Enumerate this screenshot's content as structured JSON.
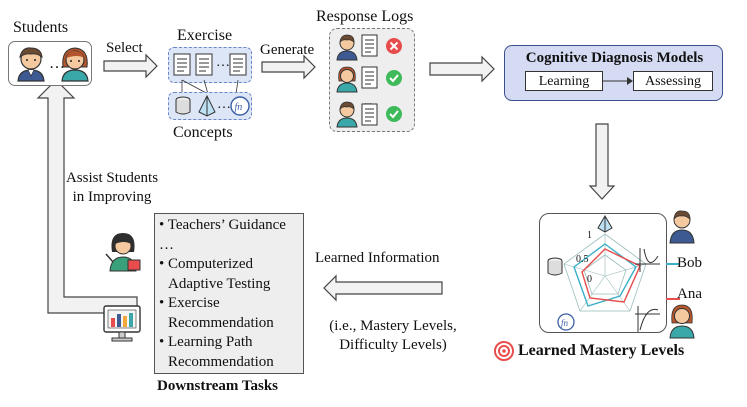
{
  "students": {
    "title": "Students",
    "ellipsis": "…"
  },
  "select": {
    "label": "Select"
  },
  "exercise": {
    "title": "Exercise",
    "concepts_title": "Concepts",
    "ellipsis": "…"
  },
  "generate": {
    "label": "Generate"
  },
  "response_logs": {
    "title": "Response Logs"
  },
  "cdm": {
    "title": "Cognitive Diagnosis Models",
    "learning": "Learning",
    "assessing": "Assessing"
  },
  "assist": {
    "line1": "Assist Students",
    "line2": "in Improving"
  },
  "tasks": {
    "items": [
      "• Teachers’ Guidance",
      "…",
      "• Computerized",
      "  Adaptive Testing",
      "• Exercise",
      "  Recommendation",
      "• Learning Path",
      "  Recommendation"
    ],
    "title": "Downstream Tasks"
  },
  "learned_info": {
    "title": "Learned Information",
    "line1": "(i.e., Mastery Levels,",
    "line2": "Difficulty Levels)"
  },
  "radar": {
    "tick_1": "1",
    "tick_05": "0.5",
    "tick_0": "0",
    "bob": "Bob",
    "ana": "Ana",
    "fn": "fn"
  },
  "mastery": {
    "title": "Learned Mastery Levels"
  },
  "colors": {
    "blue_fill": "#dde6f6",
    "cdm_fill": "#d5dbf3",
    "bob_line": "#3ab0c8",
    "ana_line": "#e84c4c",
    "arrow_fill": "#f0f0f0"
  }
}
